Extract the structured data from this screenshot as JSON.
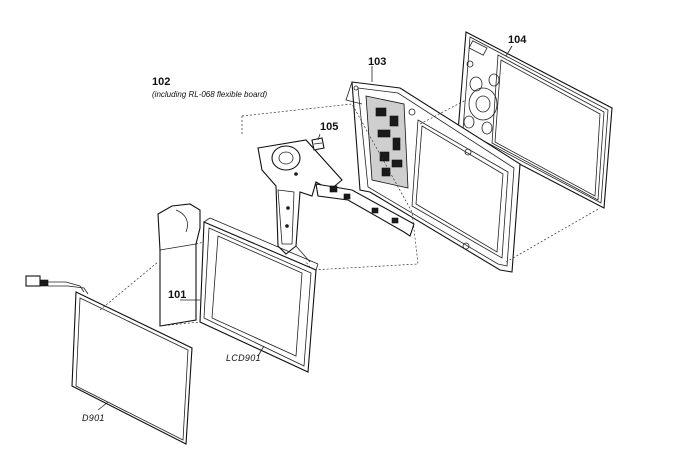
{
  "parts": {
    "p101": "101",
    "p102": "102",
    "p102_note": "(including RL-068 flexible board)",
    "p103": "103",
    "p104": "104",
    "p105": "105",
    "lcd": "LCD901",
    "d901": "D901"
  }
}
